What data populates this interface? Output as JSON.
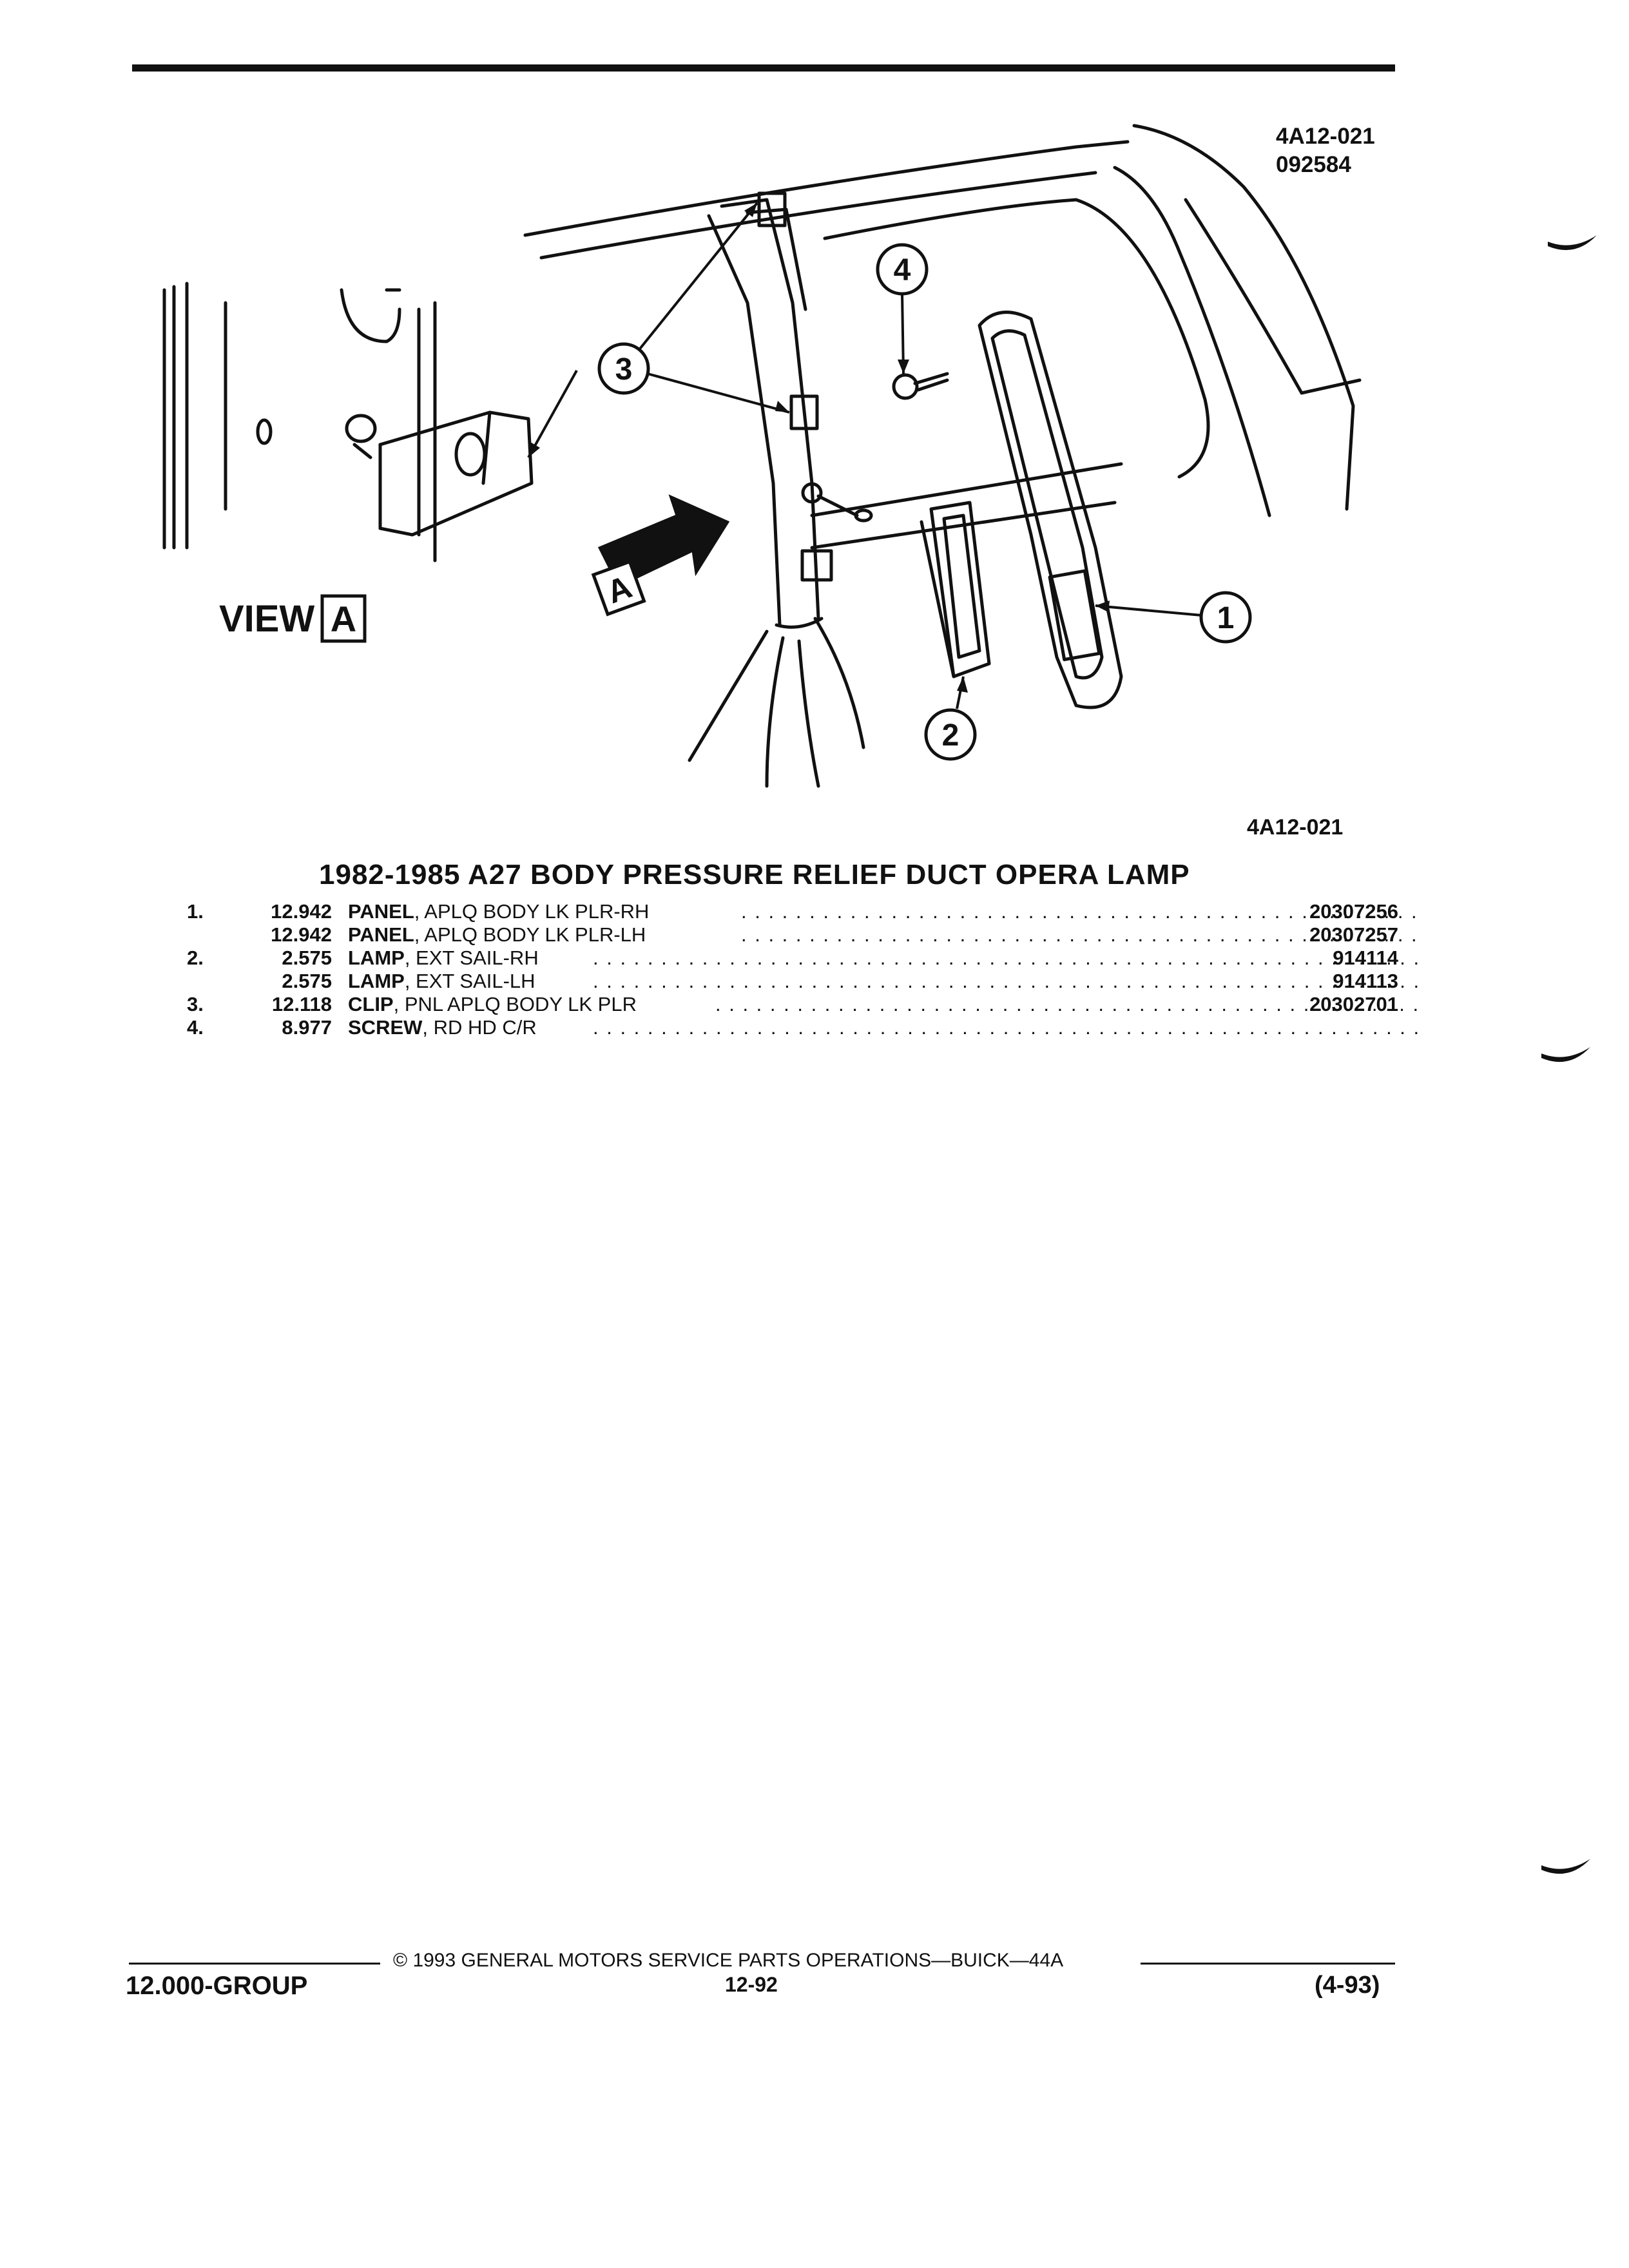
{
  "figure": {
    "ref_top_line1": "4A12-021",
    "ref_top_line2": "092584",
    "ref_bottom": "4A12-021",
    "view_label": "VIEW",
    "view_letter": "A",
    "arrow_letter": "A",
    "callouts": [
      "1",
      "2",
      "3",
      "4"
    ]
  },
  "section_title": "1982-1985 A27 BODY PRESSURE RELIEF DUCT OPERA LAMP",
  "parts": [
    {
      "item": "1.",
      "qty": "12.942",
      "name": "PANEL",
      "desc": ", APLQ BODY LK PLR-RH",
      "part_no": "20307256"
    },
    {
      "item": "",
      "qty": "12.942",
      "name": "PANEL",
      "desc": ", APLQ BODY LK PLR-LH",
      "part_no": "20307257"
    },
    {
      "item": "2.",
      "qty": "2.575",
      "name": "LAMP",
      "desc": ", EXT SAIL-RH",
      "part_no": "914114"
    },
    {
      "item": "",
      "qty": "2.575",
      "name": "LAMP",
      "desc": ", EXT SAIL-LH",
      "part_no": "914113"
    },
    {
      "item": "3.",
      "qty": "12.118",
      "name": "CLIP",
      "desc": ", PNL APLQ BODY LK PLR",
      "part_no": "20302701"
    },
    {
      "item": "4.",
      "qty": "8.977",
      "name": "SCREW",
      "desc": ", RD HD C/R",
      "part_no": ""
    }
  ],
  "footer": {
    "copyright": "© 1993 GENERAL MOTORS SERVICE PARTS OPERATIONS—BUICK—44A",
    "group": "12.000-GROUP",
    "page": "12-92",
    "date": "(4-93)"
  }
}
